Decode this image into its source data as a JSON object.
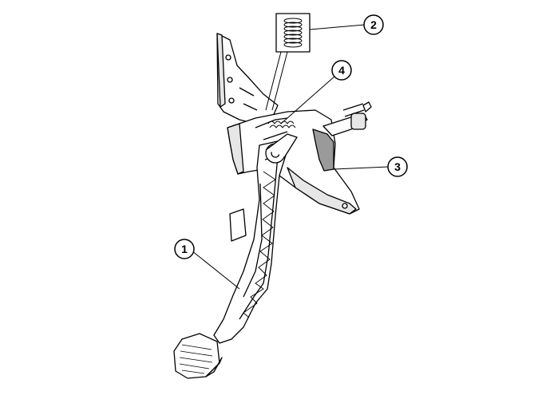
{
  "callouts": [
    {
      "label": "1",
      "part": "pedal-arm"
    },
    {
      "label": "2",
      "part": "return-spring"
    },
    {
      "label": "3",
      "part": "clutch-master-cylinder"
    },
    {
      "label": "4",
      "part": "spring-pivot"
    }
  ],
  "colors": {
    "line": "#000000",
    "fill": "#ffffff",
    "shade": "#e6e6e6",
    "dark": "#9a9a9a"
  }
}
